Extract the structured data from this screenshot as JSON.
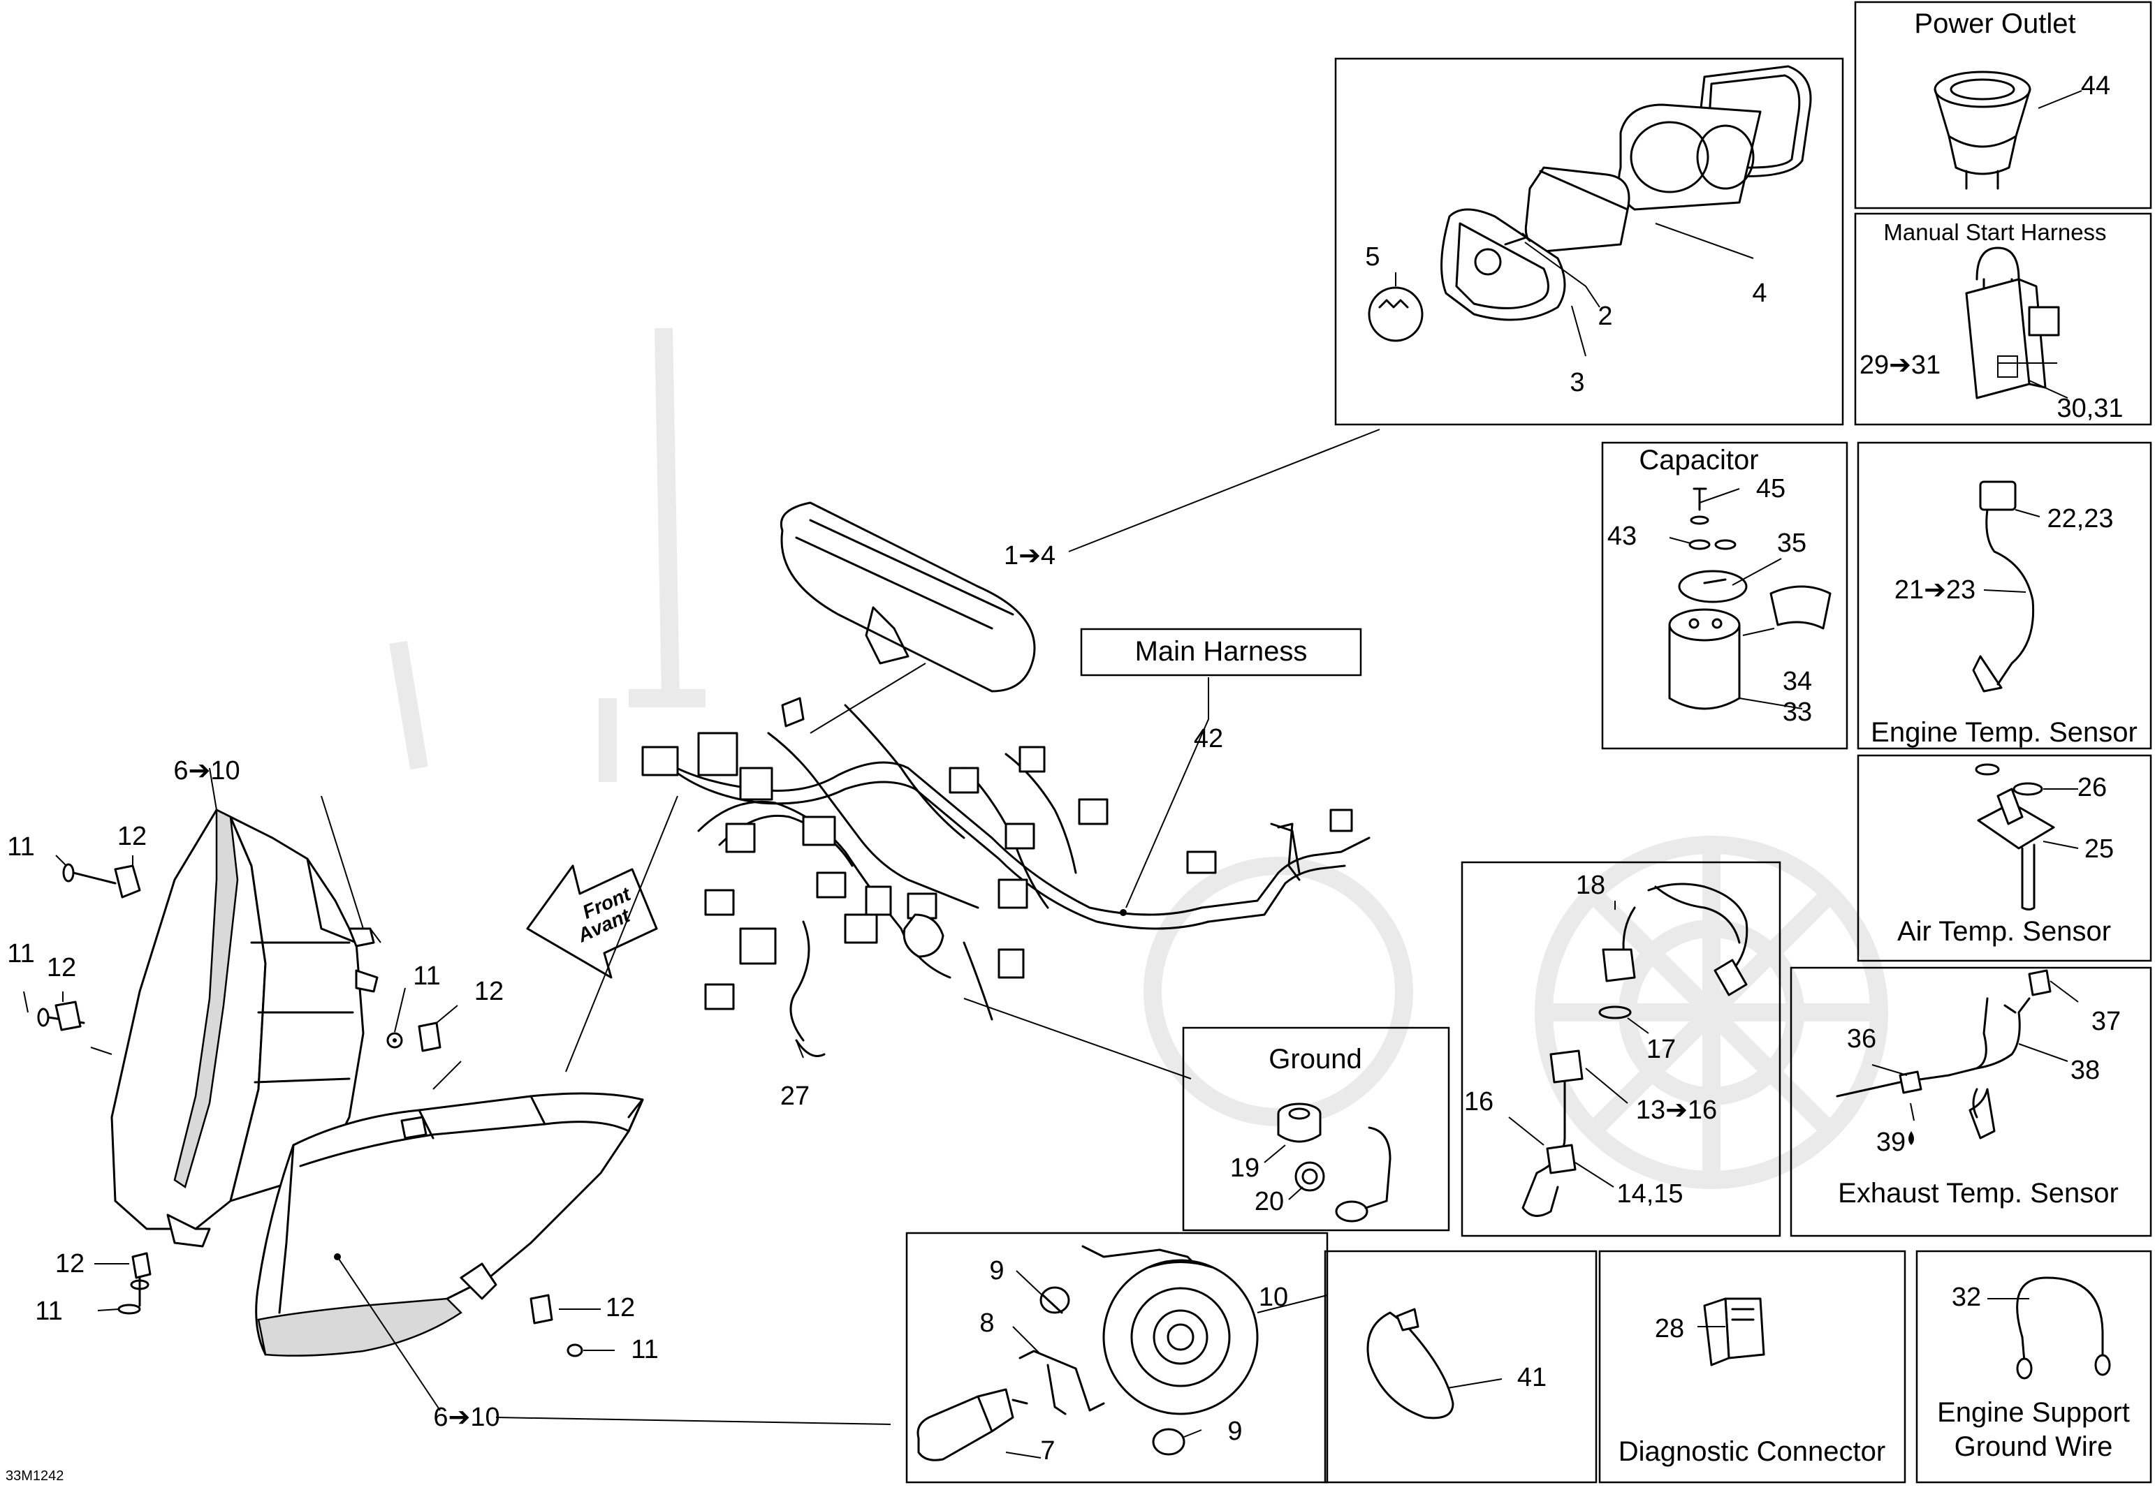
{
  "figure_code": "33M1242",
  "watermark": "",
  "panels": {
    "power_outlet": {
      "title": "Power Outlet",
      "callouts": [
        "44"
      ]
    },
    "manual_start_harness": {
      "title": "Manual Start Harness",
      "callouts": [
        "29➔31",
        "30,31"
      ]
    },
    "capacitor": {
      "title": "Capacitor",
      "callouts": [
        "45",
        "43",
        "35",
        "34",
        "33"
      ]
    },
    "engine_temp_sensor": {
      "title": "Engine Temp. Sensor",
      "callouts": [
        "22,23",
        "21➔23"
      ]
    },
    "air_temp_sensor": {
      "title": "Air Temp. Sensor",
      "callouts": [
        "26",
        "25"
      ]
    },
    "exhaust_temp_sensor": {
      "title": "Exhaust Temp. Sensor",
      "callouts": [
        "36",
        "37",
        "38",
        "39"
      ]
    },
    "ground": {
      "title": "Ground",
      "callouts": [
        "19",
        "20"
      ]
    },
    "coil_cord": {
      "callouts": [
        "18",
        "17",
        "16",
        "13➔16",
        "14,15"
      ]
    },
    "clamp": {
      "callouts": [
        "41"
      ]
    },
    "diagnostic_connector": {
      "title": "Diagnostic Connector",
      "callouts": [
        "28"
      ]
    },
    "engine_support_ground_wire": {
      "title_line1": "Engine Support",
      "title_line2": "Ground Wire",
      "callouts": [
        "32"
      ]
    },
    "cluster": {
      "callouts": [
        "5",
        "2",
        "4",
        "3"
      ]
    },
    "headlamp_bulb": {
      "callouts": [
        "9",
        "10",
        "8",
        "9",
        "7"
      ]
    }
  },
  "main": {
    "main_harness_label": "Main Harness",
    "front_arrow_line1": "Front",
    "front_arrow_line2": "Avant",
    "callouts": {
      "c1to4": "1➔4",
      "c42": "42",
      "c27": "27",
      "c6to10_top": "6➔10",
      "c6to10_bottom": "6➔10",
      "c11_a": "11",
      "c12_a": "12",
      "c11_b": "11",
      "c12_b": "12",
      "c11_c": "11",
      "c12_c": "12",
      "c12_d": "12",
      "c11_d": "11",
      "c12_e": "12",
      "c11_e": "11"
    }
  }
}
